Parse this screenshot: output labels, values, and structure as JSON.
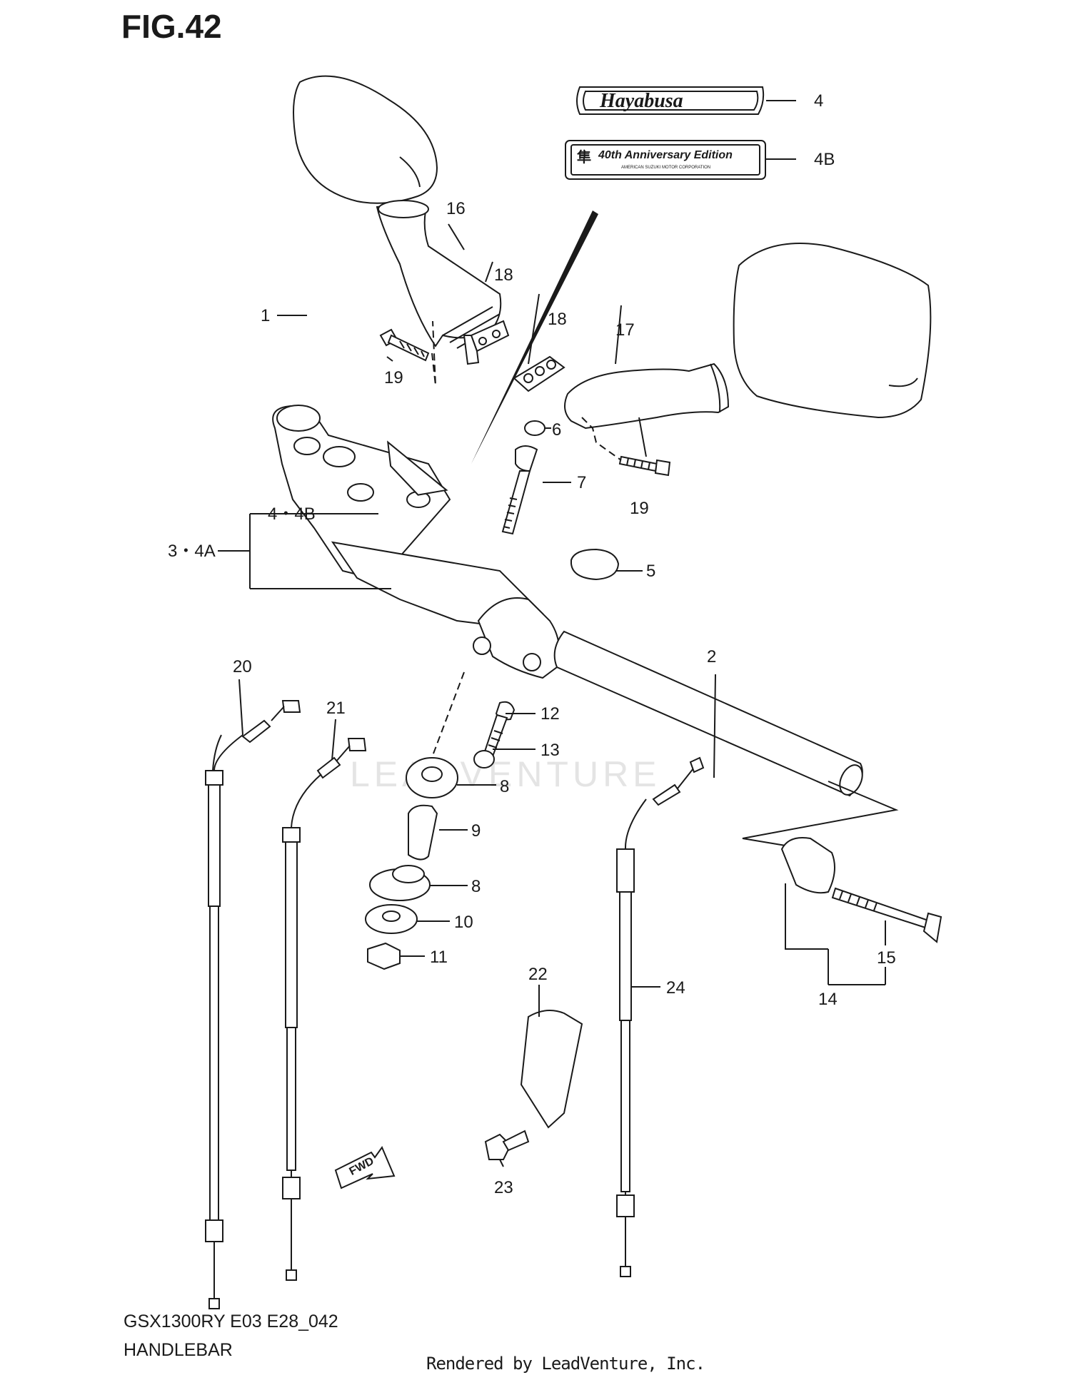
{
  "figure": {
    "title": "FIG.42",
    "model": "GSX1300RY E03 E28_042",
    "name": "HANDLEBAR",
    "rendered_by": "Rendered by LeadVenture, Inc.",
    "watermark": "LEADVENTURE"
  },
  "decals": {
    "hayabusa_text": "Hayabusa",
    "anniversary_text": "40th Anniversary Edition",
    "anniversary_subtext": "AMERICAN SUZUKI MOTOR CORPORATION",
    "fwd_label": "FWD"
  },
  "callouts": {
    "c1": "1",
    "c2": "2",
    "c3_4a": "3・4A",
    "c4": "4",
    "c4_4b": "4・4B",
    "c4b": "4B",
    "c5": "5",
    "c6": "6",
    "c7": "7",
    "c8a": "8",
    "c8b": "8",
    "c9": "9",
    "c10": "10",
    "c11": "11",
    "c12": "12",
    "c13": "13",
    "c14": "14",
    "c15": "15",
    "c16": "16",
    "c17": "17",
    "c18a": "18",
    "c18b": "18",
    "c19a": "19",
    "c19b": "19",
    "c20": "20",
    "c21": "21",
    "c22": "22",
    "c23": "23",
    "c24": "24"
  }
}
